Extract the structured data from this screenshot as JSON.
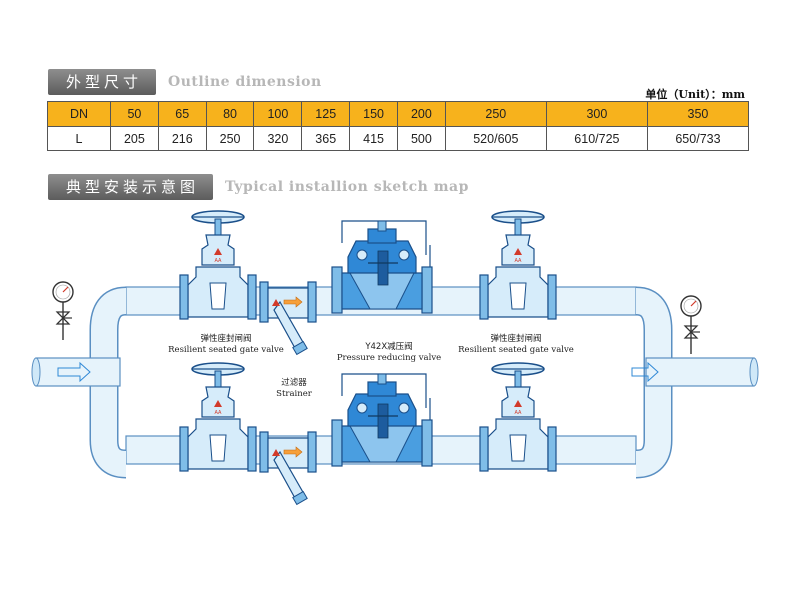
{
  "section1": {
    "title_cn": "外型尺寸",
    "title_en": "Outline dimension"
  },
  "unit_note": "单位（Unit）：mm",
  "table": {
    "headers": [
      "DN",
      "50",
      "65",
      "80",
      "100",
      "125",
      "150",
      "200",
      "250",
      "300",
      "350"
    ],
    "row": [
      "L",
      "205",
      "216",
      "250",
      "320",
      "365",
      "415",
      "500",
      "520/605",
      "610/725",
      "650/733"
    ]
  },
  "section2": {
    "title_cn": "典型安装示意图",
    "title_en": "Typical installion sketch map"
  },
  "labels": {
    "gate_left_cn": "弹性座封闸阀",
    "gate_left_en": "Resilient seated gate valve",
    "prv_cn": "Y42X减压阀",
    "prv_en": "Pressure reducing valve",
    "gate_right_cn": "弹性座封闸阀",
    "gate_right_en": "Resilient seated gate valve",
    "strainer_cn": "过滤器",
    "strainer_en": "Strainer"
  },
  "colors": {
    "header_fill": "#f7b21c",
    "pipe_fill": "#cfe8f8",
    "valve_body": "#7fbde8",
    "prv_body": "#2f88d6",
    "outline": "#1a4f8a"
  }
}
